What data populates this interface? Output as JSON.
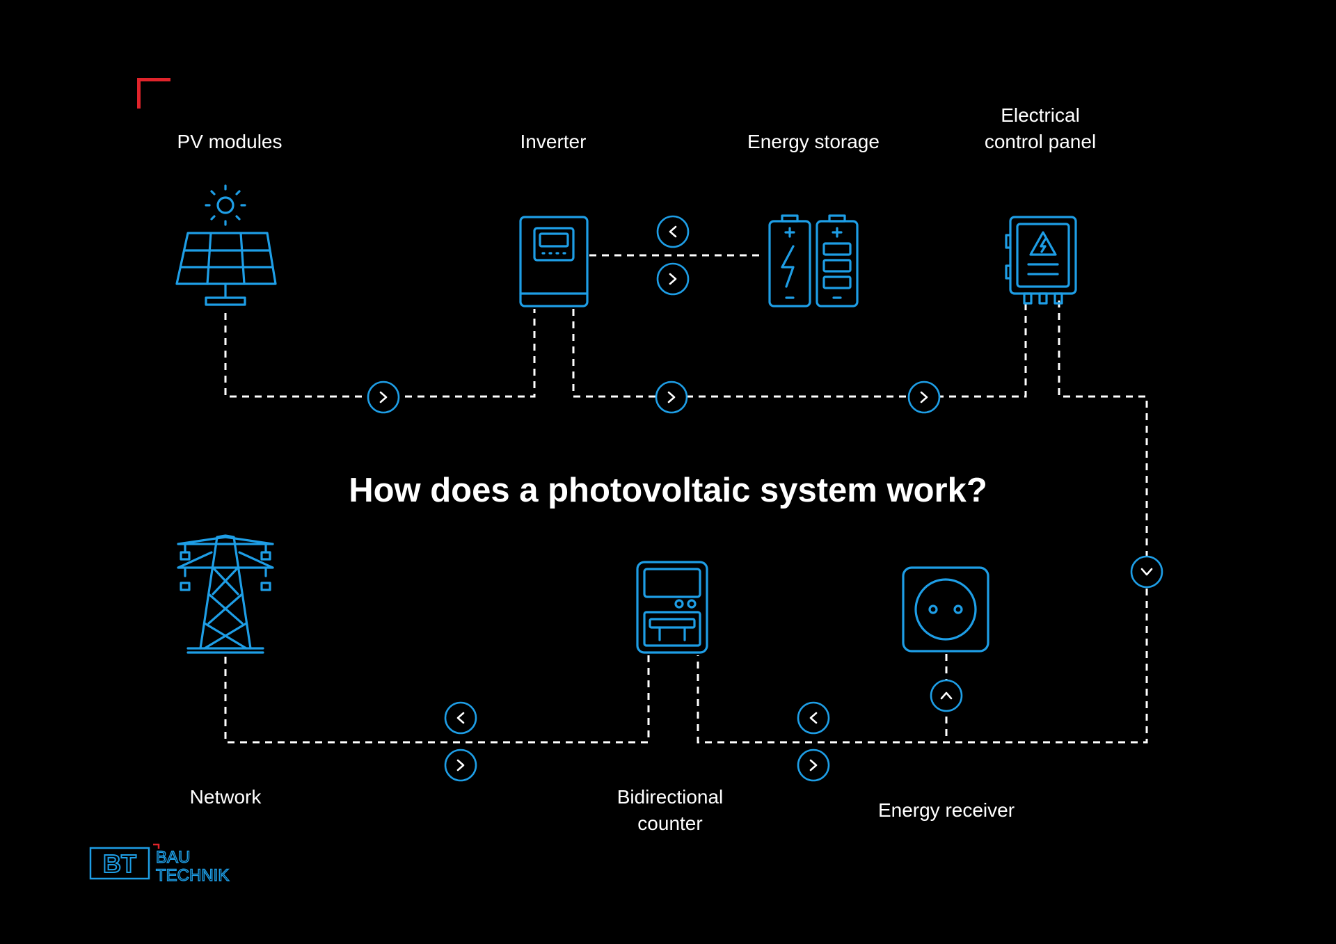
{
  "title": "How does a photovoltaic system work?",
  "colors": {
    "background": "#000000",
    "icon": "#1e9ee6",
    "line": "#ffffff",
    "accent": "#e0242b"
  },
  "nodes": {
    "pv_modules": {
      "label": "PV modules",
      "icon": "solar-panel-icon"
    },
    "inverter": {
      "label": "Inverter",
      "icon": "inverter-icon"
    },
    "energy_storage": {
      "label": "Energy storage",
      "icon": "battery-icon"
    },
    "control_panel": {
      "label_lines": [
        "Electrical",
        "control panel"
      ],
      "icon": "electrical-panel-icon"
    },
    "network": {
      "label": "Network",
      "icon": "power-pylon-icon"
    },
    "counter": {
      "label_lines": [
        "Bidirectional",
        "counter"
      ],
      "icon": "electric-meter-icon"
    },
    "receiver": {
      "label": "Energy receiver",
      "icon": "power-socket-icon"
    }
  },
  "logo": {
    "mark": "BT",
    "line1": "BAU",
    "line2": "TECHNIK"
  }
}
